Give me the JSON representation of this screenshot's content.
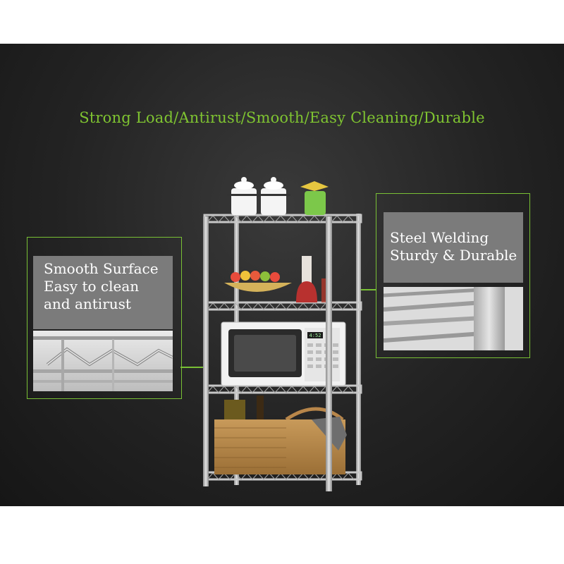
{
  "headline": "Strong Load/Antirust/Smooth/Easy Cleaning/Durable",
  "callout_left": {
    "lines": [
      "Smooth Surface",
      "Easy to clean",
      "and antirust"
    ]
  },
  "callout_right": {
    "lines": [
      "Steel Welding",
      "Sturdy & Durable"
    ]
  },
  "microwave_display": "4:52",
  "colors": {
    "accent_green": "#7fc431",
    "background": "#222222",
    "label_box": "#7b7b7b",
    "rack_silver": "#c9c9c9"
  }
}
